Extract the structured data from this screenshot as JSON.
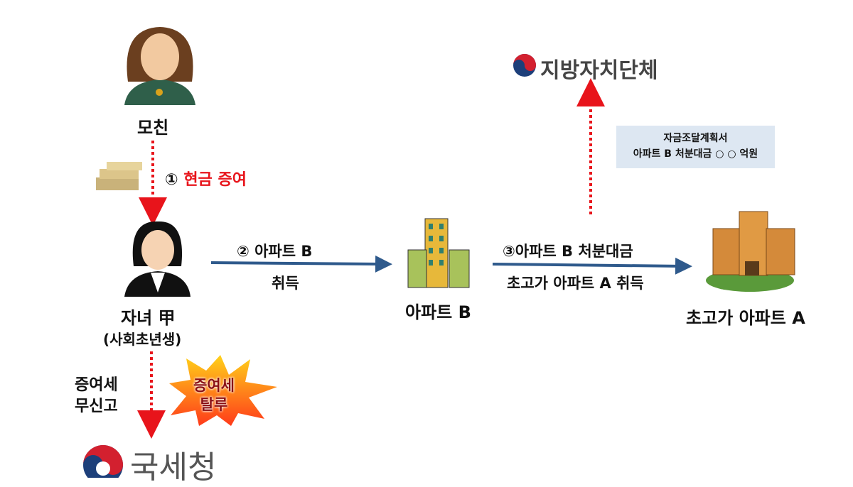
{
  "mother": {
    "label": "모친"
  },
  "step1": {
    "num": "①",
    "text": "현금 증여"
  },
  "child": {
    "label": "자녀 甲",
    "sub": "(사회초년생)"
  },
  "step2": {
    "top": "② 아파트 B",
    "bottom": "취득"
  },
  "apartment_b": {
    "label": "아파트 B"
  },
  "step3": {
    "top": "③아파트 B 처분대금",
    "bottom": "초고가 아파트 A 취득"
  },
  "apartment_a": {
    "label": "초고가 아파트 A"
  },
  "funding_plan": {
    "title": "자금조달계획서",
    "line": "아파트 B 처분대금 ○ ○ 억원"
  },
  "local_gov": {
    "label": "지방자치단체"
  },
  "unreported": {
    "line1": "증여세",
    "line2": "무신고"
  },
  "burst": {
    "line1": "증여세",
    "line2": "탈루"
  },
  "nts": {
    "label": "국세청"
  },
  "colors": {
    "red": "#e8141b",
    "blue": "#2f5a8c",
    "box": "#dde7f2"
  }
}
